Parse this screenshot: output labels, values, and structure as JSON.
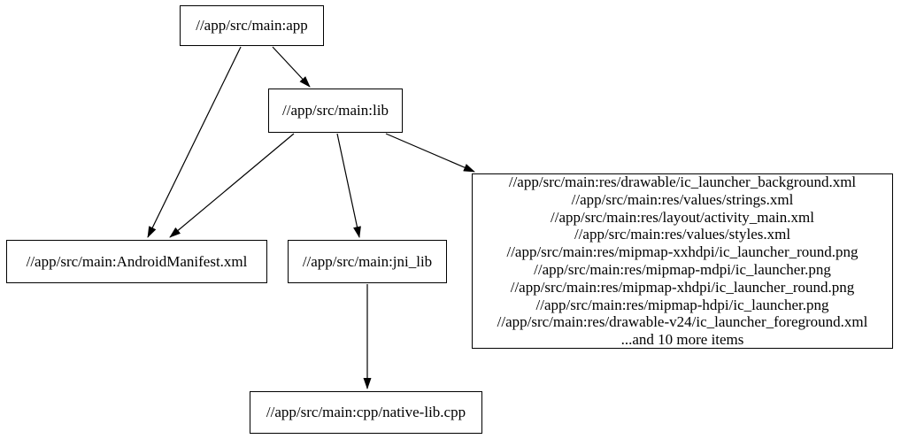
{
  "diagram": {
    "type": "directed-dependency-graph",
    "background_color": "#ffffff",
    "node_border_color": "#000000",
    "text_color": "#000000",
    "edge_color": "#000000",
    "nodes": {
      "app": {
        "label": "//app/src/main:app"
      },
      "lib": {
        "label": "//app/src/main:lib"
      },
      "manifest": {
        "label": "//app/src/main:AndroidManifest.xml"
      },
      "jni_lib": {
        "label": "//app/src/main:jni_lib"
      },
      "res": {
        "lines": [
          "//app/src/main:res/drawable/ic_launcher_background.xml",
          "//app/src/main:res/values/strings.xml",
          "//app/src/main:res/layout/activity_main.xml",
          "//app/src/main:res/values/styles.xml",
          "//app/src/main:res/mipmap-xxhdpi/ic_launcher_round.png",
          "//app/src/main:res/mipmap-mdpi/ic_launcher.png",
          "//app/src/main:res/mipmap-xhdpi/ic_launcher_round.png",
          "//app/src/main:res/mipmap-hdpi/ic_launcher.png",
          "//app/src/main:res/drawable-v24/ic_launcher_foreground.xml",
          "...and 10 more items"
        ]
      },
      "cpp": {
        "label": "//app/src/main:cpp/native-lib.cpp"
      }
    },
    "edges": [
      {
        "from": "app",
        "to": "lib"
      },
      {
        "from": "app",
        "to": "manifest"
      },
      {
        "from": "lib",
        "to": "manifest"
      },
      {
        "from": "lib",
        "to": "jni_lib"
      },
      {
        "from": "lib",
        "to": "res"
      },
      {
        "from": "jni_lib",
        "to": "cpp"
      }
    ]
  }
}
